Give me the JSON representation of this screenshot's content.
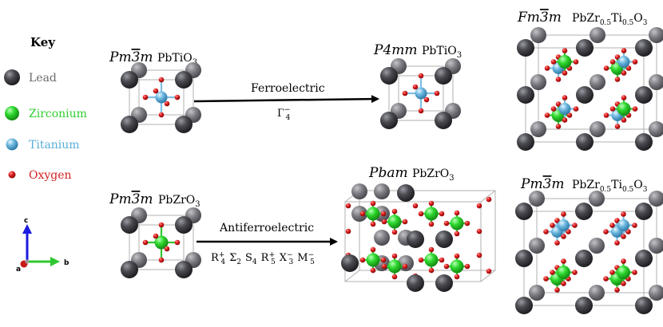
{
  "key": {
    "title": "Key",
    "items": [
      {
        "label": "Lead",
        "color": "#4a4a4f",
        "text_color": "#6a6a6a"
      },
      {
        "label": "Zirconium",
        "color": "#33d633",
        "text_color": "#2fcf2f"
      },
      {
        "label": "Titanium",
        "color": "#6fb6dd",
        "text_color": "#5aaed8"
      },
      {
        "label": "Oxygen",
        "color": "#d62020",
        "text_color": "#d11e1e"
      }
    ]
  },
  "axes": {
    "c": "c",
    "a": "a",
    "b": "b"
  },
  "structures": {
    "pbtio3_cubic": {
      "sg_main": "Pm",
      "sg_bar": "3",
      "sg_end": "m",
      "formula_text": "PbTiO",
      "formula_sub": "3"
    },
    "pbtio3_tetragonal": {
      "sg": "P4mm",
      "formula_text": "PbTiO",
      "formula_sub": "3"
    },
    "pzt_fm3m": {
      "sg_main": "Fm",
      "sg_bar": "3",
      "sg_end": "m",
      "f1": "PbZr",
      "s1": "0.5",
      "f2": "Ti",
      "s2": "0.5",
      "f3": "O",
      "s3": "3"
    },
    "pbzro3_cubic": {
      "sg_main": "Pm",
      "sg_bar": "3",
      "sg_end": "m",
      "formula_text": "PbZrO",
      "formula_sub": "3"
    },
    "pbzro3_pbam": {
      "sg": "Pbam",
      "formula_text": "PbZrO",
      "formula_sub": "3"
    },
    "pzt_pm3m": {
      "sg_main": "Pm",
      "sg_bar": "3",
      "sg_end": "m",
      "f1": "PbZr",
      "s1": "0.5",
      "f2": "Ti",
      "s2": "0.5",
      "f3": "O",
      "s3": "3"
    }
  },
  "transitions": {
    "ferroelectric": {
      "label": "Ferroelectric",
      "irrep_base": "Γ",
      "irrep_sup": "−",
      "irrep_sub": "4"
    },
    "antiferroelectric": {
      "label": "Antiferroelectric",
      "irreps": [
        {
          "base": "R",
          "sup": "+",
          "sub": "4"
        },
        {
          "base": "Σ",
          "sup": "",
          "sub": "2"
        },
        {
          "base": "S",
          "sup": "",
          "sub": "4"
        },
        {
          "base": "R",
          "sup": "+",
          "sub": "5"
        },
        {
          "base": "X",
          "sup": "−",
          "sub": "3"
        },
        {
          "base": "M",
          "sup": "−",
          "sub": "5"
        }
      ]
    }
  }
}
